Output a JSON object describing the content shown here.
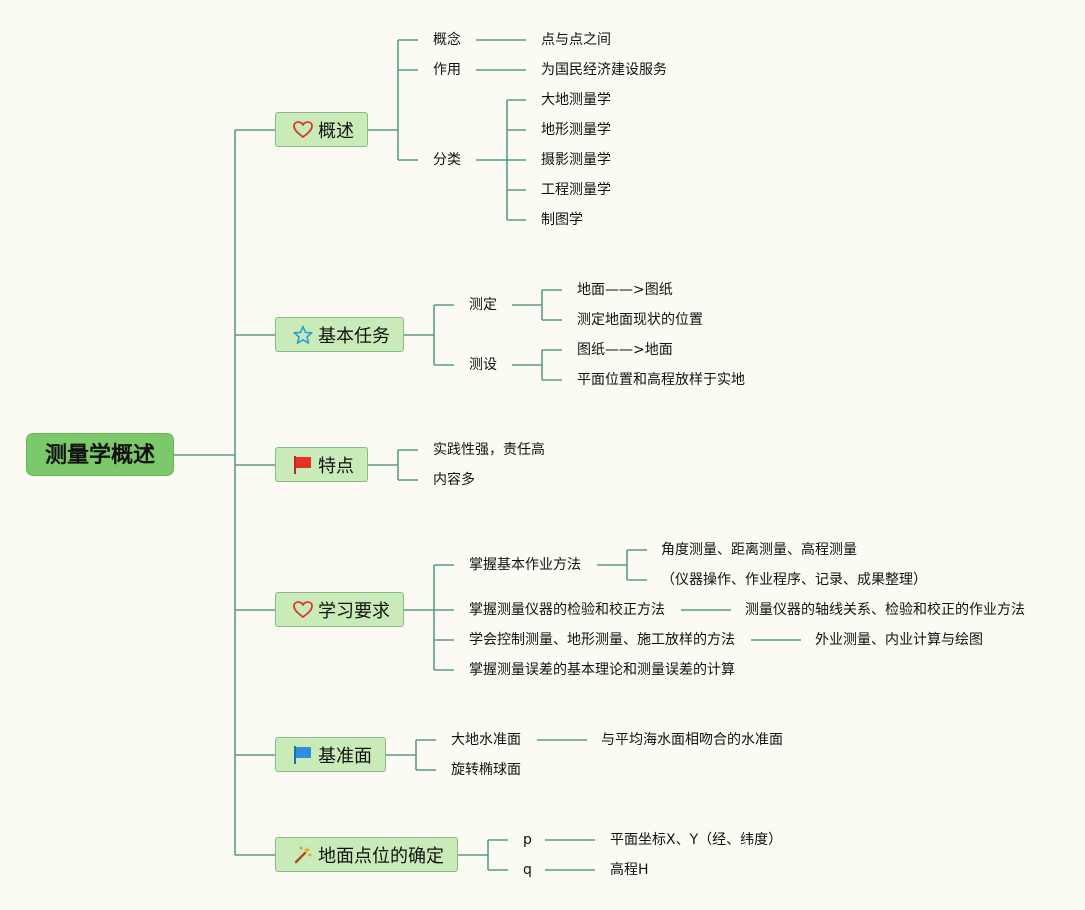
{
  "root": "测量学概述",
  "topics": {
    "overview": {
      "label": "概述",
      "icon": "heart-icon",
      "concept": {
        "label": "概念",
        "value": "点与点之间"
      },
      "role": {
        "label": "作用",
        "value": "为国民经济建设服务"
      },
      "category": {
        "label": "分类",
        "items": [
          "大地测量学",
          "地形测量学",
          "摄影测量学",
          "工程测量学",
          "制图学"
        ]
      }
    },
    "tasks": {
      "label": "基本任务",
      "icon": "star-icon",
      "measure": {
        "label": "测定",
        "items": [
          "地面——>图纸",
          "测定地面现状的位置"
        ]
      },
      "setout": {
        "label": "测设",
        "items": [
          "图纸——>地面",
          "平面位置和高程放样于实地"
        ]
      }
    },
    "features": {
      "label": "特点",
      "icon": "red-flag-icon",
      "items": [
        "实践性强，责任高",
        "内容多"
      ]
    },
    "learning": {
      "label": "学习要求",
      "icon": "heart-icon",
      "r1": {
        "label": "掌握基本作业方法",
        "items": [
          "角度测量、距离测量、高程测量",
          "（仪器操作、作业程序、记录、成果整理）"
        ]
      },
      "r2": {
        "label": "掌握测量仪器的检验和校正方法",
        "value": "测量仪器的轴线关系、检验和校正的作业方法"
      },
      "r3": {
        "label": "学会控制测量、地形测量、施工放样的方法",
        "value": "外业测量、内业计算与绘图"
      },
      "r4": {
        "label": "掌握测量误差的基本理论和测量误差的计算"
      }
    },
    "datum": {
      "label": "基准面",
      "icon": "blue-flag-icon",
      "geoid": {
        "label": "大地水准面",
        "value": "与平均海水面相吻合的水准面"
      },
      "ellipsoid": {
        "label": "旋转椭球面"
      }
    },
    "position": {
      "label": "地面点位的确定",
      "icon": "magic-wand-icon",
      "p": {
        "label": "p",
        "value": "平面坐标X、Y（经、纬度）"
      },
      "q": {
        "label": "q",
        "value": "高程H"
      }
    }
  },
  "colors": {
    "line": "#5b9a8b",
    "root_fill": "#7bc96a",
    "node_fill": "#c9ebb7",
    "node_border": "#8ab98c",
    "background": "#fcfbf3"
  }
}
